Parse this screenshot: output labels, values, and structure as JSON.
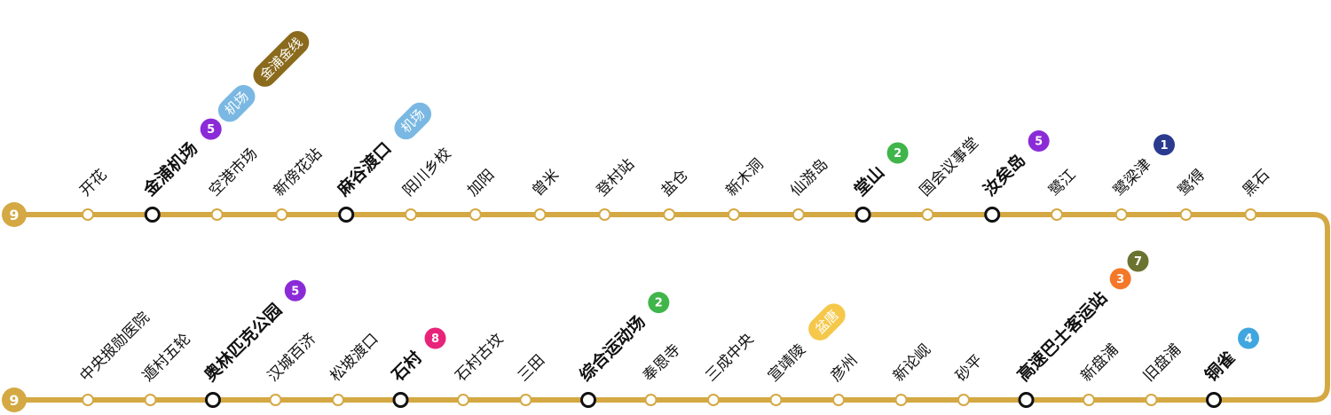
{
  "line": {
    "number": "9",
    "color": "#D4A843"
  },
  "line_colors": {
    "1": "#2A3B8F",
    "2": "#3FB54A",
    "3": "#F4782A",
    "4": "#40A6E0",
    "5": "#8B2BD8",
    "7": "#6B7330",
    "8": "#E8247A",
    "airport": "#7AB8E3",
    "gimpo_goldline": "#8A6A1C",
    "uisinseol": "#F5C84A"
  },
  "rows": [
    {
      "stations": [
        {
          "name": "开花",
          "transfer": false
        },
        {
          "name": "金浦机场",
          "transfer": true,
          "connections": [
            {
              "kind": "num",
              "label": "5",
              "line": "5"
            },
            {
              "kind": "pill",
              "label": "机场",
              "line": "airport"
            },
            {
              "kind": "pill",
              "label": "金浦金线",
              "line": "gimpo_goldline"
            }
          ]
        },
        {
          "name": "空港市场",
          "transfer": false
        },
        {
          "name": "新傍花站",
          "transfer": false
        },
        {
          "name": "麻谷渡口",
          "transfer": true,
          "connections": [
            {
              "kind": "pill",
              "label": "机场",
              "line": "airport"
            }
          ]
        },
        {
          "name": "阳川乡校",
          "transfer": false
        },
        {
          "name": "加阳",
          "transfer": false
        },
        {
          "name": "曾米",
          "transfer": false
        },
        {
          "name": "登村站",
          "transfer": false
        },
        {
          "name": "盐仓",
          "transfer": false
        },
        {
          "name": "新木洞",
          "transfer": false
        },
        {
          "name": "仙游岛",
          "transfer": false
        },
        {
          "name": "堂山",
          "transfer": true,
          "connections": [
            {
              "kind": "num",
              "label": "2",
              "line": "2"
            }
          ]
        },
        {
          "name": "国会议事堂",
          "transfer": false
        },
        {
          "name": "汝矣岛",
          "transfer": true,
          "connections": [
            {
              "kind": "num",
              "label": "5",
              "line": "5"
            }
          ]
        },
        {
          "name": "鹭江",
          "transfer": false
        },
        {
          "name": "鹭梁津",
          "transfer": false,
          "connections": [
            {
              "kind": "num",
              "label": "1",
              "line": "1"
            }
          ]
        },
        {
          "name": "鹭得",
          "transfer": false
        },
        {
          "name": "黑石",
          "transfer": false
        }
      ]
    },
    {
      "stations": [
        {
          "name": "中央报勋医院",
          "transfer": false
        },
        {
          "name": "遁村五轮",
          "transfer": false
        },
        {
          "name": "奥林匹克公园",
          "transfer": true,
          "connections": [
            {
              "kind": "num",
              "label": "5",
              "line": "5"
            }
          ]
        },
        {
          "name": "汉城百济",
          "transfer": false
        },
        {
          "name": "松坡渡口",
          "transfer": false
        },
        {
          "name": "石村",
          "transfer": true,
          "connections": [
            {
              "kind": "num",
              "label": "8",
              "line": "8"
            }
          ]
        },
        {
          "name": "石村古坟",
          "transfer": false
        },
        {
          "name": "三田",
          "transfer": false
        },
        {
          "name": "综合运动场",
          "transfer": true,
          "connections": [
            {
              "kind": "num",
              "label": "2",
              "line": "2"
            }
          ]
        },
        {
          "name": "奉恩寺",
          "transfer": false
        },
        {
          "name": "三成中央",
          "transfer": false
        },
        {
          "name": "宣靖陵",
          "transfer": false,
          "connections": [
            {
              "kind": "pill",
              "label": "盆唐",
              "line": "uisinseol"
            }
          ]
        },
        {
          "name": "彦州",
          "transfer": false
        },
        {
          "name": "新论岘",
          "transfer": false
        },
        {
          "name": "砂平",
          "transfer": false
        },
        {
          "name": "高速巴士客运站",
          "transfer": true,
          "connections": [
            {
              "kind": "num",
              "label": "3",
              "line": "3"
            },
            {
              "kind": "num",
              "label": "7",
              "line": "7"
            }
          ]
        },
        {
          "name": "新盘浦",
          "transfer": false
        },
        {
          "name": "旧盘浦",
          "transfer": false
        },
        {
          "name": "铜雀",
          "transfer": true,
          "connections": [
            {
              "kind": "num",
              "label": "4",
              "line": "4"
            }
          ]
        }
      ]
    }
  ]
}
